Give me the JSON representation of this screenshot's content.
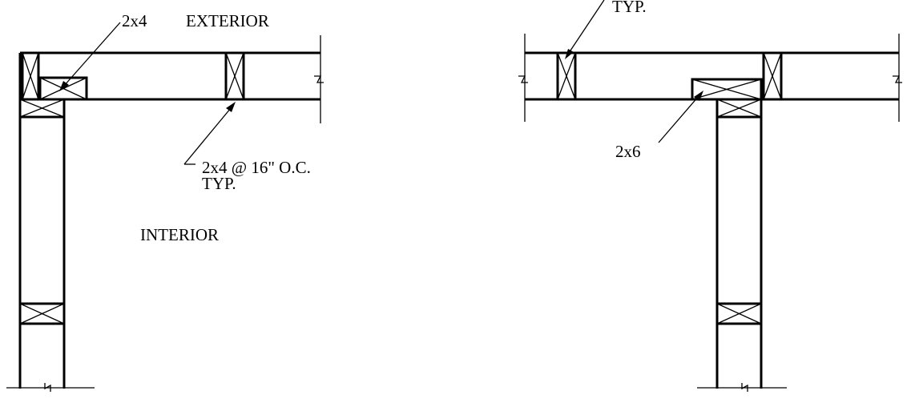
{
  "details": {
    "corner": {
      "labels": {
        "top_stud": "2x4",
        "exterior": "EXTERIOR",
        "stud_spacing": "2x4 @ 16\" O.C.",
        "typ": "TYP.",
        "interior": "INTERIOR"
      }
    },
    "tee": {
      "labels": {
        "typ_top": "TYP.",
        "backer": "2x6"
      }
    }
  },
  "colors": {
    "line": "#000000",
    "background": "#ffffff"
  }
}
